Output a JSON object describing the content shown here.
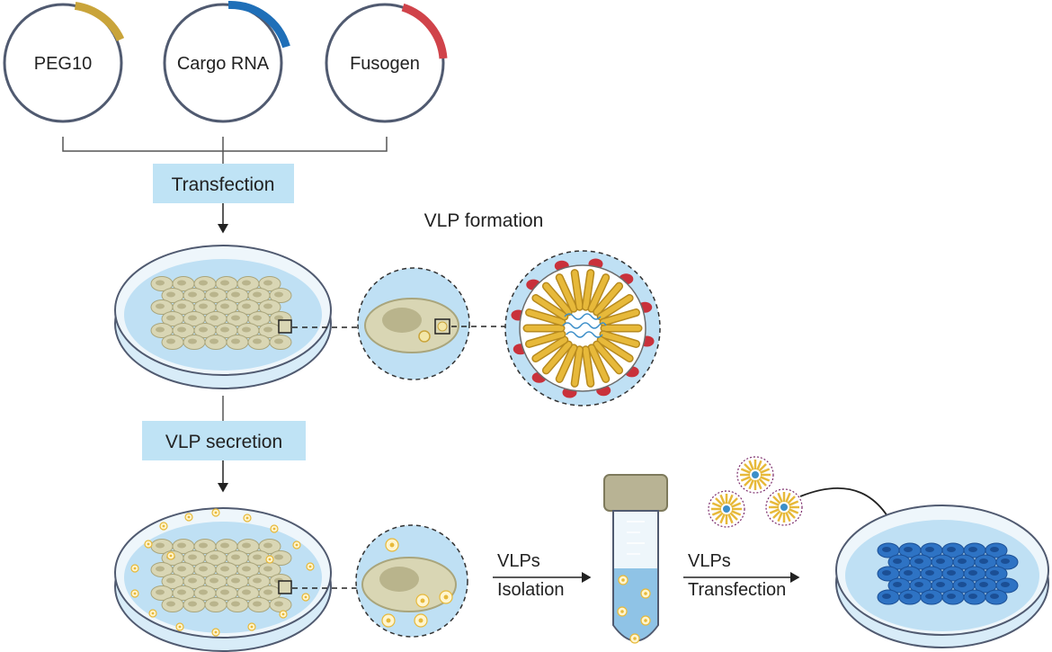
{
  "plasmids": [
    {
      "label": "PEG10",
      "accent": "#c9a43a"
    },
    {
      "label": "Cargo RNA",
      "accent": "#1f6fb8"
    },
    {
      "label": "Fusogen",
      "accent": "#d0434a"
    }
  ],
  "steps": {
    "transfection": "Transfection",
    "vlp_formation": "VLP formation",
    "vlp_secretion": "VLP secretion",
    "vlps_isolation_line1": "VLPs",
    "vlps_isolation_line2": "Isolation",
    "vlps_transfection_line1": "VLPs",
    "vlps_transfection_line2": "Transfection"
  },
  "colors": {
    "outline": "#505a70",
    "label_box": "#bfe3f5",
    "medium": "#bfe0f4",
    "medium_dark": "#8fc3e6",
    "cell_fill": "#d9d6b4",
    "cell_stroke": "#a9a57c",
    "nucleus": "#b9b48c",
    "capsid": "#e7b93a",
    "rna": "#3d8fc9",
    "fusogen": "#c9313b",
    "target_cell": "#2e73c4",
    "target_nucleus": "#1b4f95"
  }
}
